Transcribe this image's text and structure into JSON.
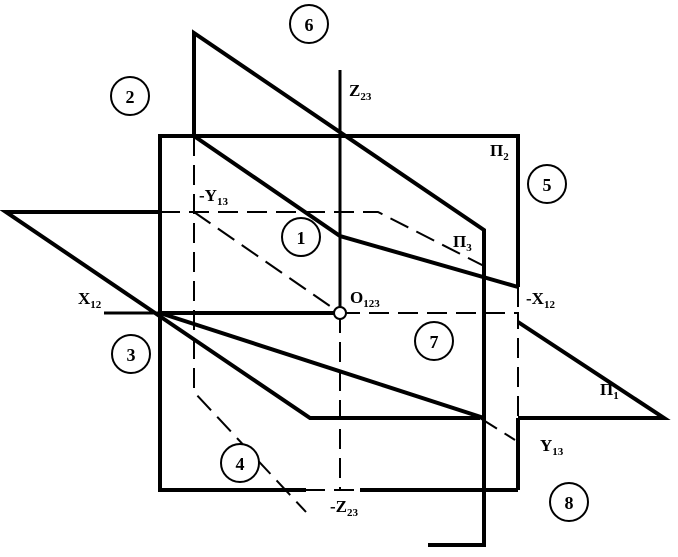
{
  "diagram": {
    "labels": {
      "z23": {
        "main": "Z",
        "sub": "23"
      },
      "neg_z23": {
        "main": "-Z",
        "sub": "23"
      },
      "neg_y13": {
        "main": "-Y",
        "sub": "13"
      },
      "y13": {
        "main": "Y",
        "sub": "13"
      },
      "x12": {
        "main": "X",
        "sub": "12"
      },
      "neg_x12": {
        "main": "-X",
        "sub": "12"
      },
      "o123": {
        "main": "O",
        "sub": "123"
      },
      "pi1": {
        "main": "Π",
        "sub": "1"
      },
      "pi2": {
        "main": "Π",
        "sub": "2"
      },
      "pi3": {
        "main": "Π",
        "sub": "3"
      }
    },
    "octants": [
      "1",
      "2",
      "3",
      "4",
      "5",
      "6",
      "7",
      "8"
    ]
  }
}
